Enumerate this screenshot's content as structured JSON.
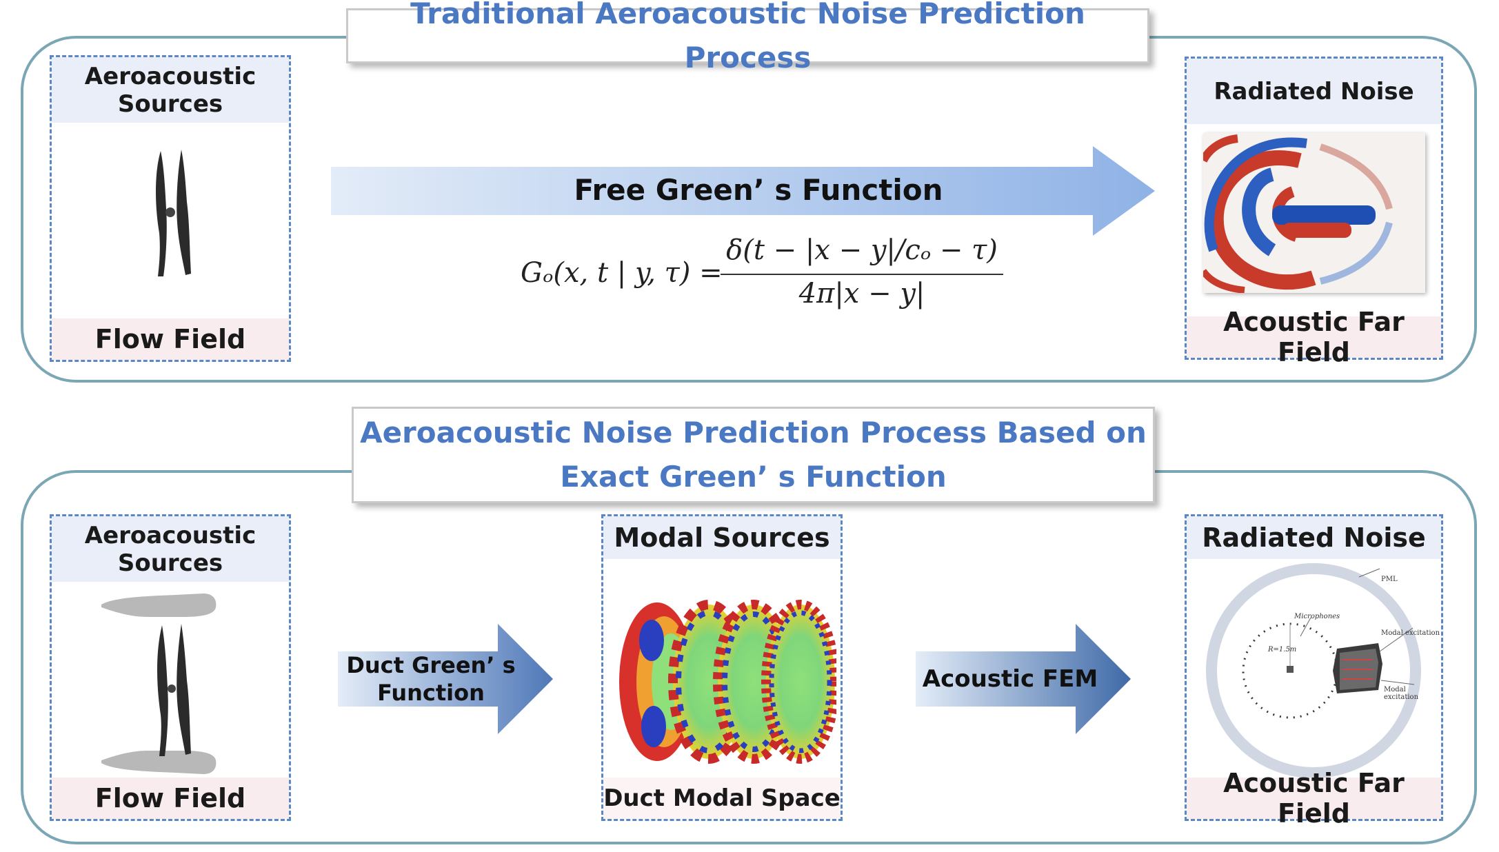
{
  "top": {
    "title": "Traditional Aeroacoustic Noise Prediction Process",
    "source_box": {
      "header": "Aeroacoustic Sources",
      "footer": "Flow Field"
    },
    "arrow_label": "Free Green’ s Function",
    "equation": {
      "lhs": "Gₒ(x, t | y, τ) =",
      "numerator": "δ(t − |x − y|/cₒ − τ)",
      "denominator": "4π|x − y|"
    },
    "result_box": {
      "header": "Radiated Noise",
      "footer": "Acoustic Far Field"
    }
  },
  "bottom": {
    "title_line1": "Aeroacoustic Noise Prediction Process Based on",
    "title_line2": "Exact Green’ s Function",
    "source_box": {
      "header": "Aeroacoustic Sources",
      "footer": "Flow Field"
    },
    "arrow1_label_line1": "Duct Green’ s",
    "arrow1_label_line2": "Function",
    "modal_box": {
      "header": "Modal Sources",
      "footer": "Duct Modal Space"
    },
    "arrow2_label": "Acoustic FEM",
    "result_box": {
      "header": "Radiated Noise",
      "footer": "Acoustic Far Field"
    },
    "fem_labels": {
      "pml": "PML",
      "microphones": "Microphones",
      "radius": "R=1.5m",
      "modal_excitation_1": "Modal excitation",
      "modal_excitation_2": "Modal excitation"
    }
  },
  "colors": {
    "title_text": "#4a78c2",
    "panel_border": "#7ba6b4",
    "dashed_border": "#5b86c8",
    "arrow_light": "#dfe9f7",
    "arrow_dark": "#5f86c4"
  }
}
